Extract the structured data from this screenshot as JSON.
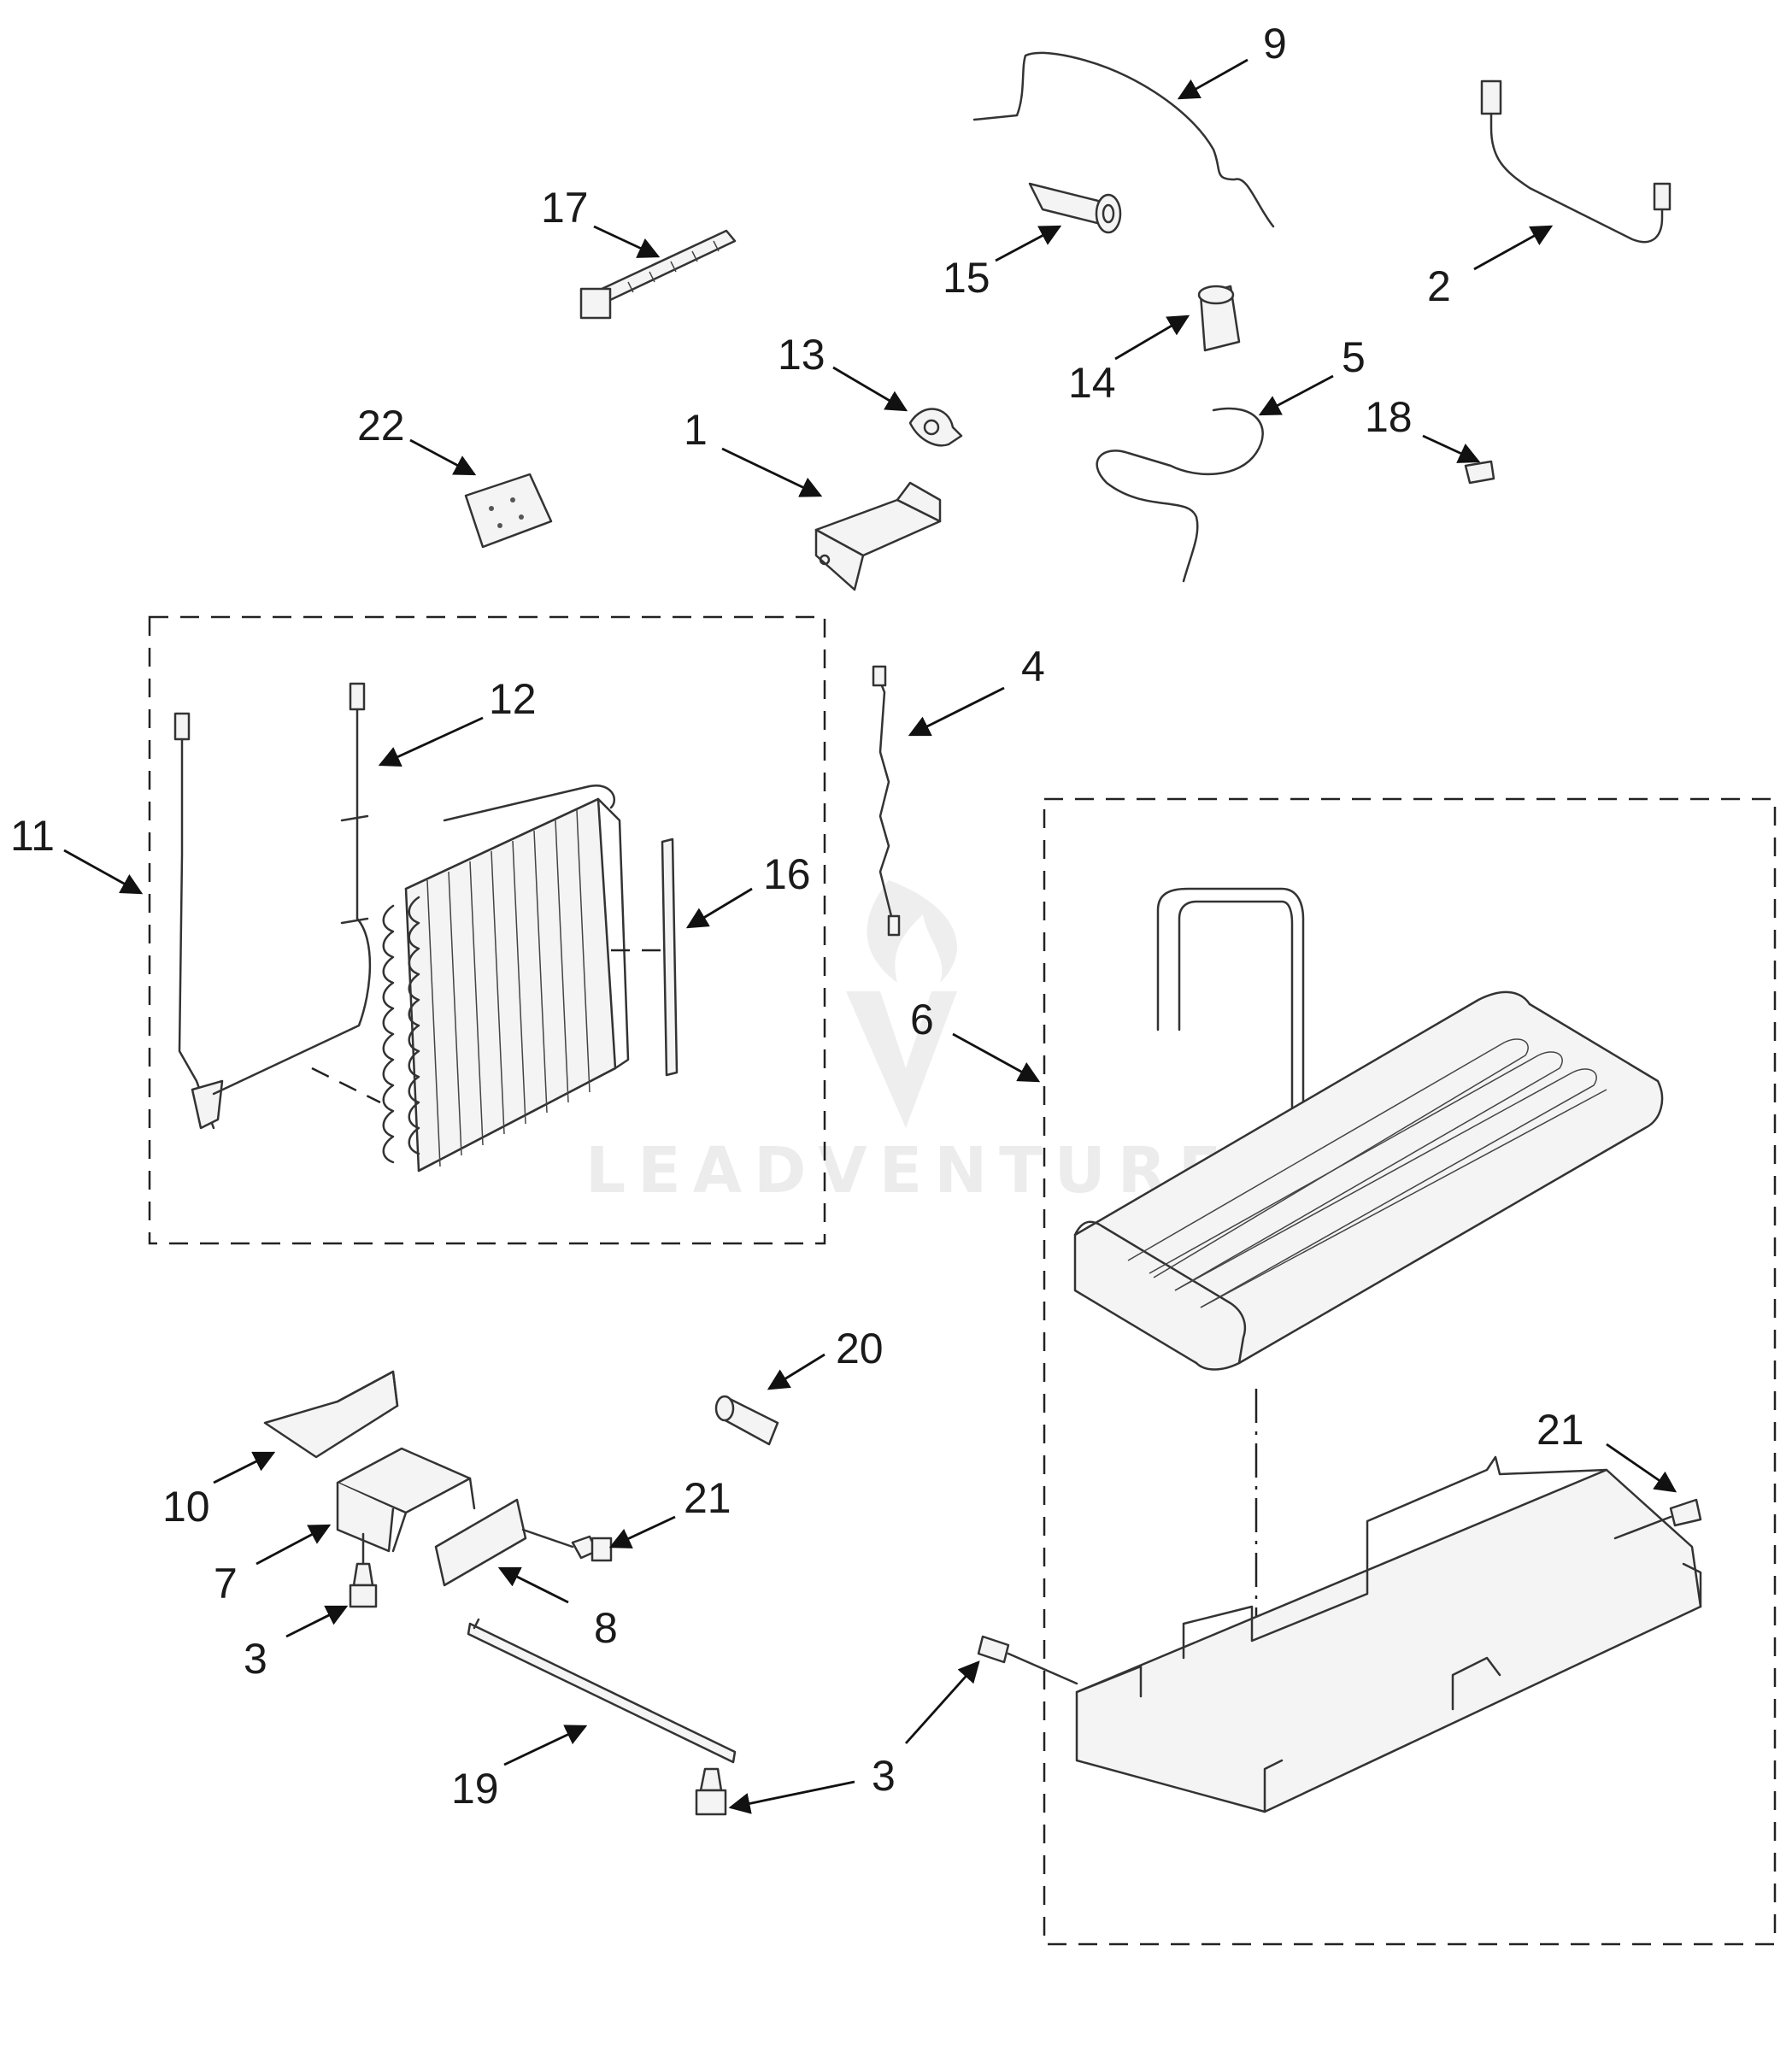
{
  "watermark": {
    "text": "LEADVENTURE"
  },
  "callouts": {
    "c1": "1",
    "c2": "2",
    "c3a": "3",
    "c3b": "3",
    "c4": "4",
    "c5": "5",
    "c6": "6",
    "c7": "7",
    "c8": "8",
    "c9": "9",
    "c10": "10",
    "c11": "11",
    "c12": "12",
    "c13": "13",
    "c14": "14",
    "c15": "15",
    "c16": "16",
    "c17": "17",
    "c18": "18",
    "c19": "19",
    "c20": "20",
    "c21a": "21",
    "c21b": "21",
    "c22": "22"
  },
  "colors": {
    "line": "#333333",
    "watermark": "#ececec"
  }
}
